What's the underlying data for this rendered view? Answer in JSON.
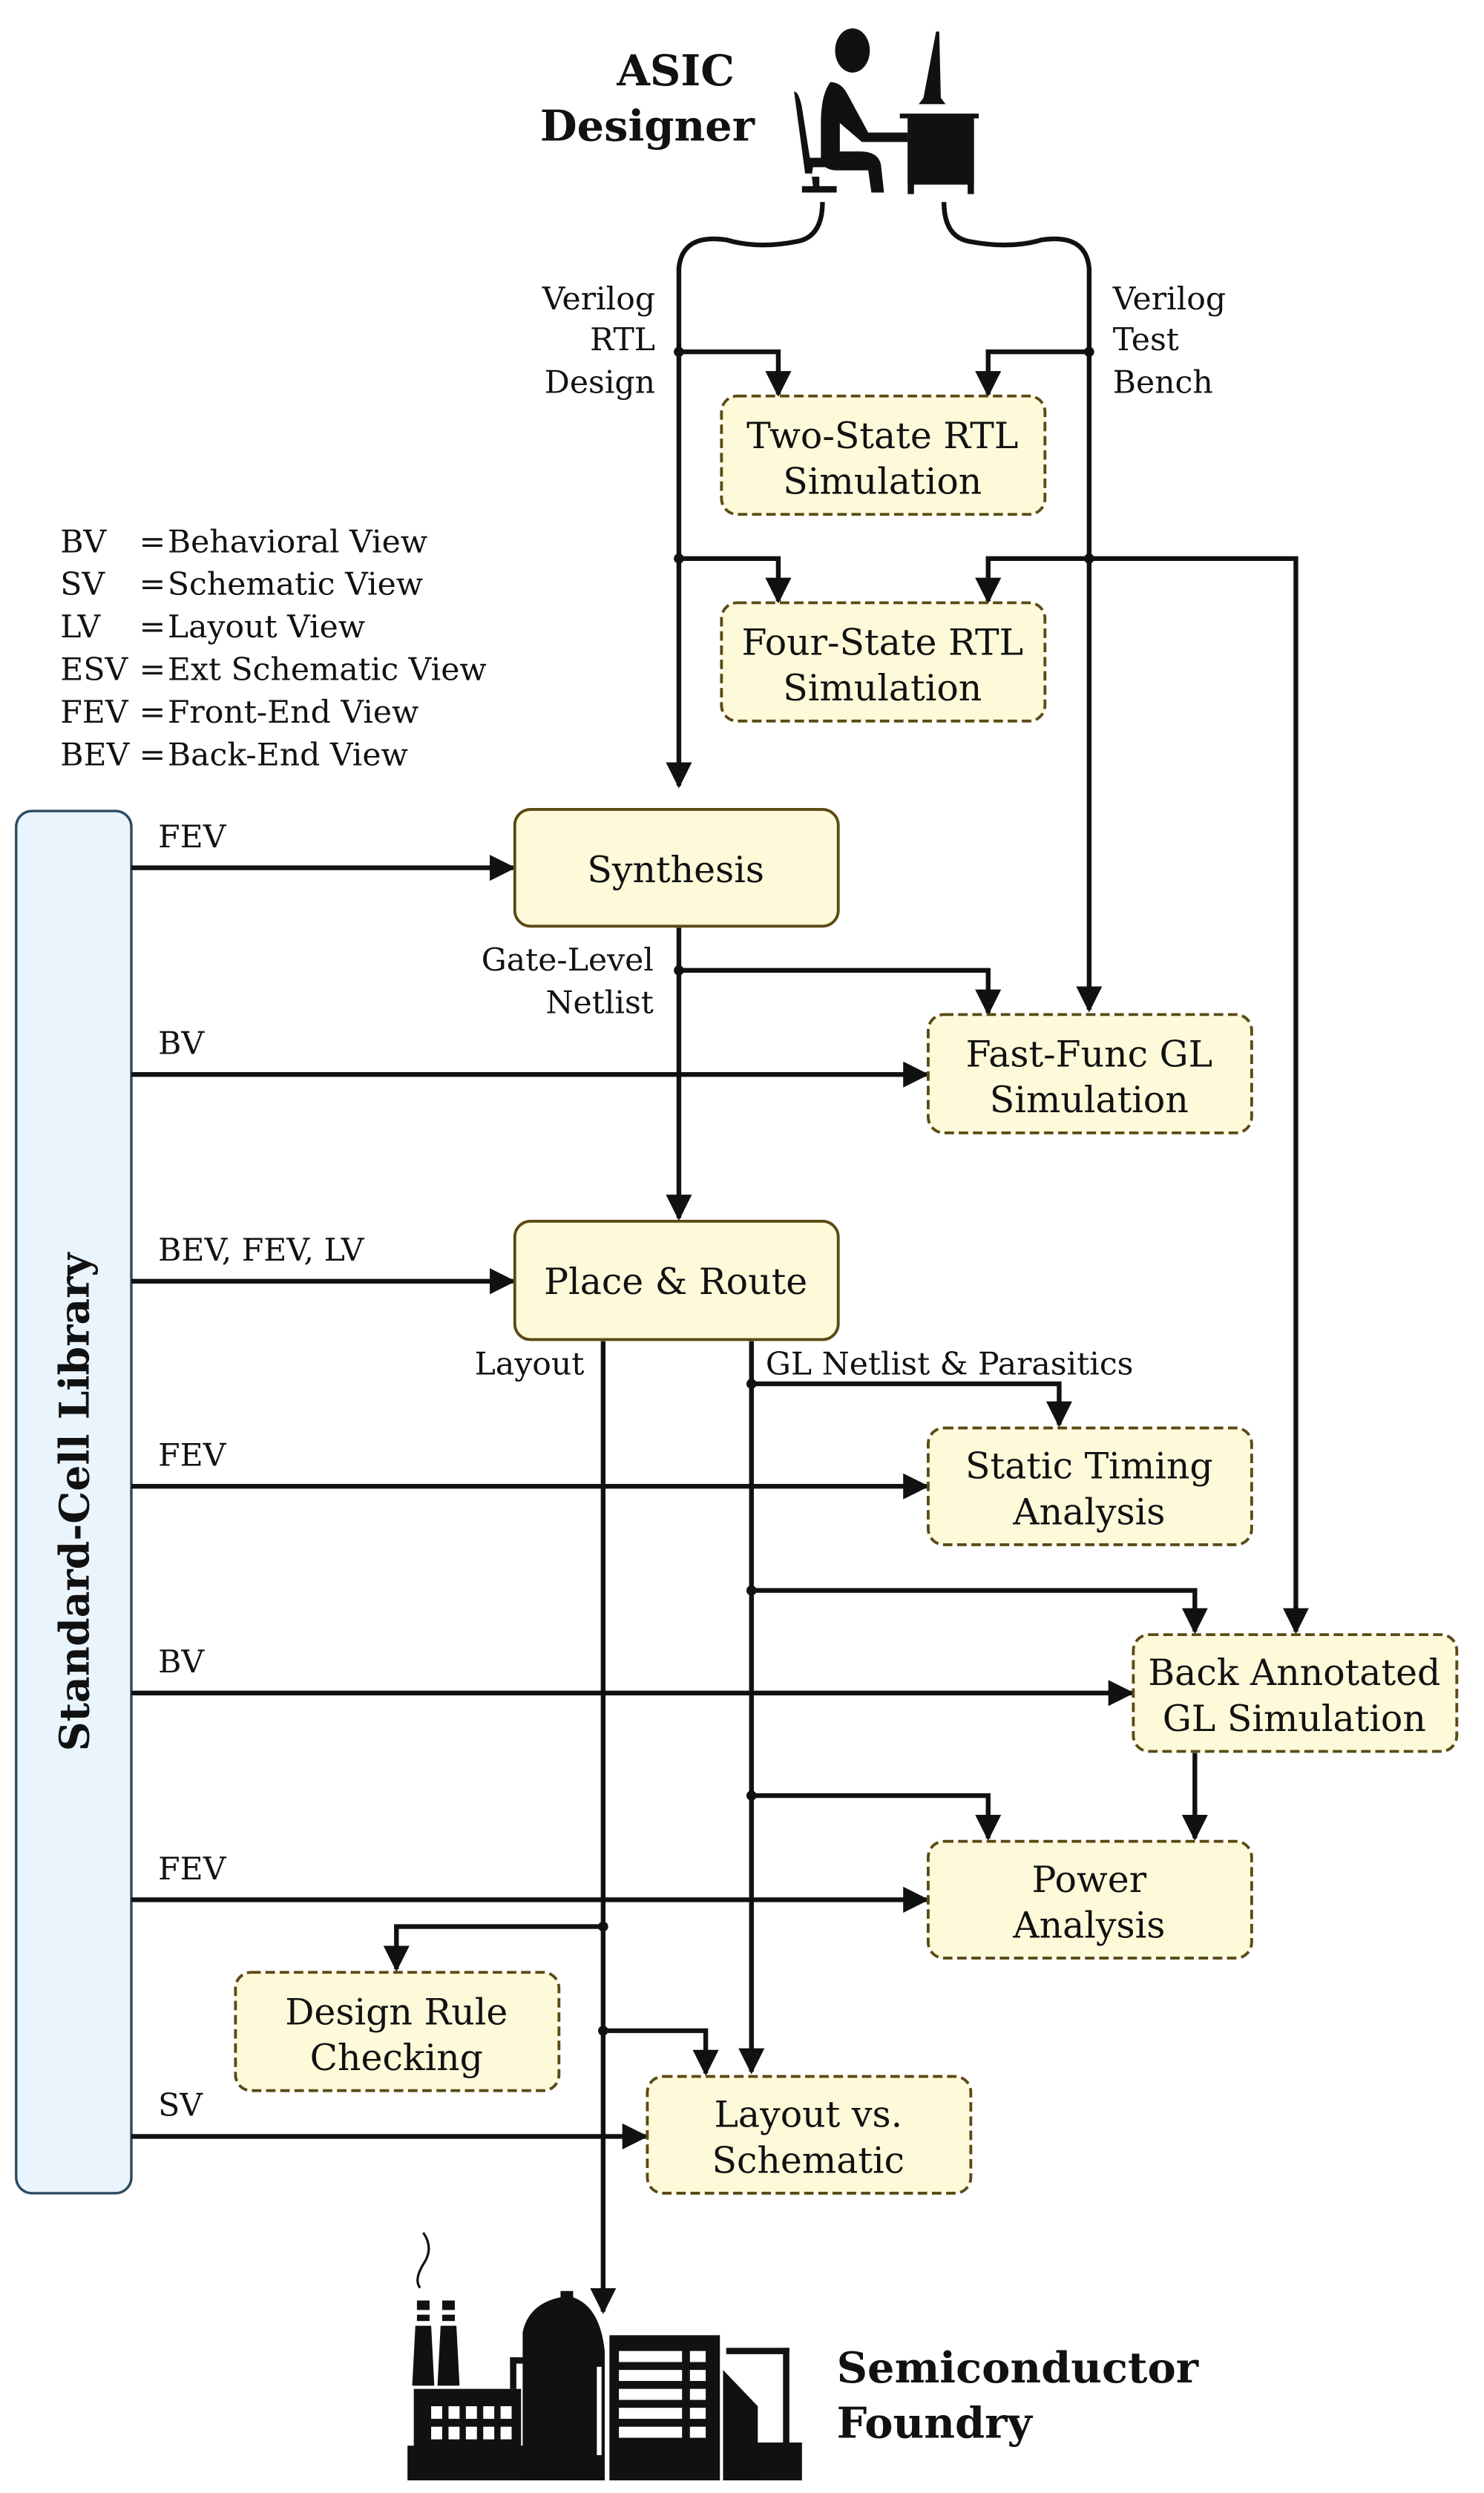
{
  "diagram": {
    "title_top": [
      "ASIC",
      "Designer"
    ],
    "title_bottom": [
      "Semiconductor",
      "Foundry"
    ],
    "library_label": "Standard-Cell Library",
    "legend": [
      {
        "abbr": "BV",
        "eq": "=",
        "meaning": "Behavioral View"
      },
      {
        "abbr": "SV",
        "eq": "=",
        "meaning": "Schematic View"
      },
      {
        "abbr": "LV",
        "eq": "=",
        "meaning": "Layout View"
      },
      {
        "abbr": "ESV",
        "eq": "=",
        "meaning": "Ext Schematic View"
      },
      {
        "abbr": "FEV",
        "eq": "=",
        "meaning": "Front-End View"
      },
      {
        "abbr": "BEV",
        "eq": "=",
        "meaning": "Back-End View"
      }
    ],
    "inputs": {
      "rtl": [
        "Verilog",
        "RTL",
        "Design"
      ],
      "testbench": [
        "Verilog",
        "Test",
        "Bench"
      ]
    },
    "boxes": {
      "two_state": [
        "Two-State RTL",
        "Simulation"
      ],
      "four_state": [
        "Four-State RTL",
        "Simulation"
      ],
      "synthesis": [
        "Synthesis"
      ],
      "fast_func": [
        "Fast-Func GL",
        "Simulation"
      ],
      "place_route": [
        "Place & Route"
      ],
      "sta": [
        "Static Timing",
        "Analysis"
      ],
      "back_annotated": [
        "Back Annotated",
        "GL Simulation"
      ],
      "power": [
        "Power",
        "Analysis"
      ],
      "drc": [
        "Design Rule",
        "Checking"
      ],
      "lvs": [
        "Layout vs.",
        "Schematic"
      ]
    },
    "edge_labels": {
      "gate_level": [
        "Gate-Level",
        "Netlist"
      ],
      "layout": "Layout",
      "gl_parasitics": "GL Netlist & Parasitics"
    },
    "library_views": {
      "synthesis": "FEV",
      "fast_func": "BV",
      "place_route": "BEV, FEV, LV",
      "sta": "FEV",
      "back_annotated": "BV",
      "power": "FEV",
      "lvs": "SV"
    },
    "colors": {
      "box_fill": "#fdf9d9",
      "box_stroke": "#5c4a14",
      "library_fill": "#eaf4fd",
      "library_stroke": "#2c4a60"
    }
  }
}
